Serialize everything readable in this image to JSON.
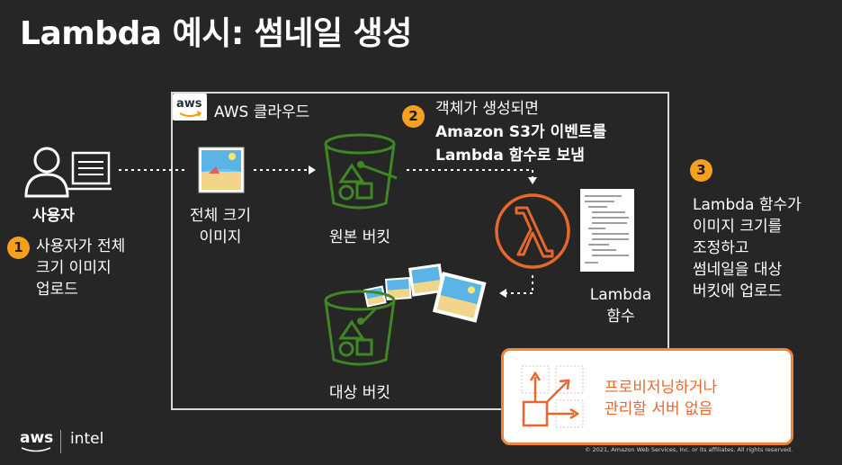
{
  "title": "Lambda 예시: 썸네일 생성",
  "cloud": {
    "badge": "aws",
    "label": "AWS 클라우드"
  },
  "user": {
    "label": "사용자"
  },
  "full_image": {
    "line1": "전체 크기",
    "line2": "이미지"
  },
  "source_bucket": {
    "label": "원본 버킷"
  },
  "target_bucket": {
    "label": "대상 버킷"
  },
  "lambda_function": {
    "line1": "Lambda",
    "line2": "함수"
  },
  "steps": [
    {
      "number": "1",
      "lines": [
        "사용자가 전체",
        "크기 이미지",
        "업로드"
      ]
    },
    {
      "number": "2",
      "lines": [
        "객체가 생성되면",
        "Amazon S3가 이벤트를",
        "Lambda 함수로 보냄"
      ]
    },
    {
      "number": "3",
      "lines": [
        "Lambda 함수가",
        "이미지 크기를",
        "조정하고",
        "썸네일을 대상",
        "버킷에 업로드"
      ]
    }
  ],
  "management": {
    "line1": "프로비저닝하거나",
    "line2": "관리할 서버 없음"
  },
  "footer": {
    "aws": "aws",
    "intel": "intel",
    "copyright": "© 2021, Amazon Web Services, Inc. or its affiliates. All rights reserved."
  },
  "colors": {
    "bucket_green": "#3f8624",
    "lambda_orange": "#e8672a",
    "step_badge": "#f5a01f",
    "background": "#262626"
  }
}
